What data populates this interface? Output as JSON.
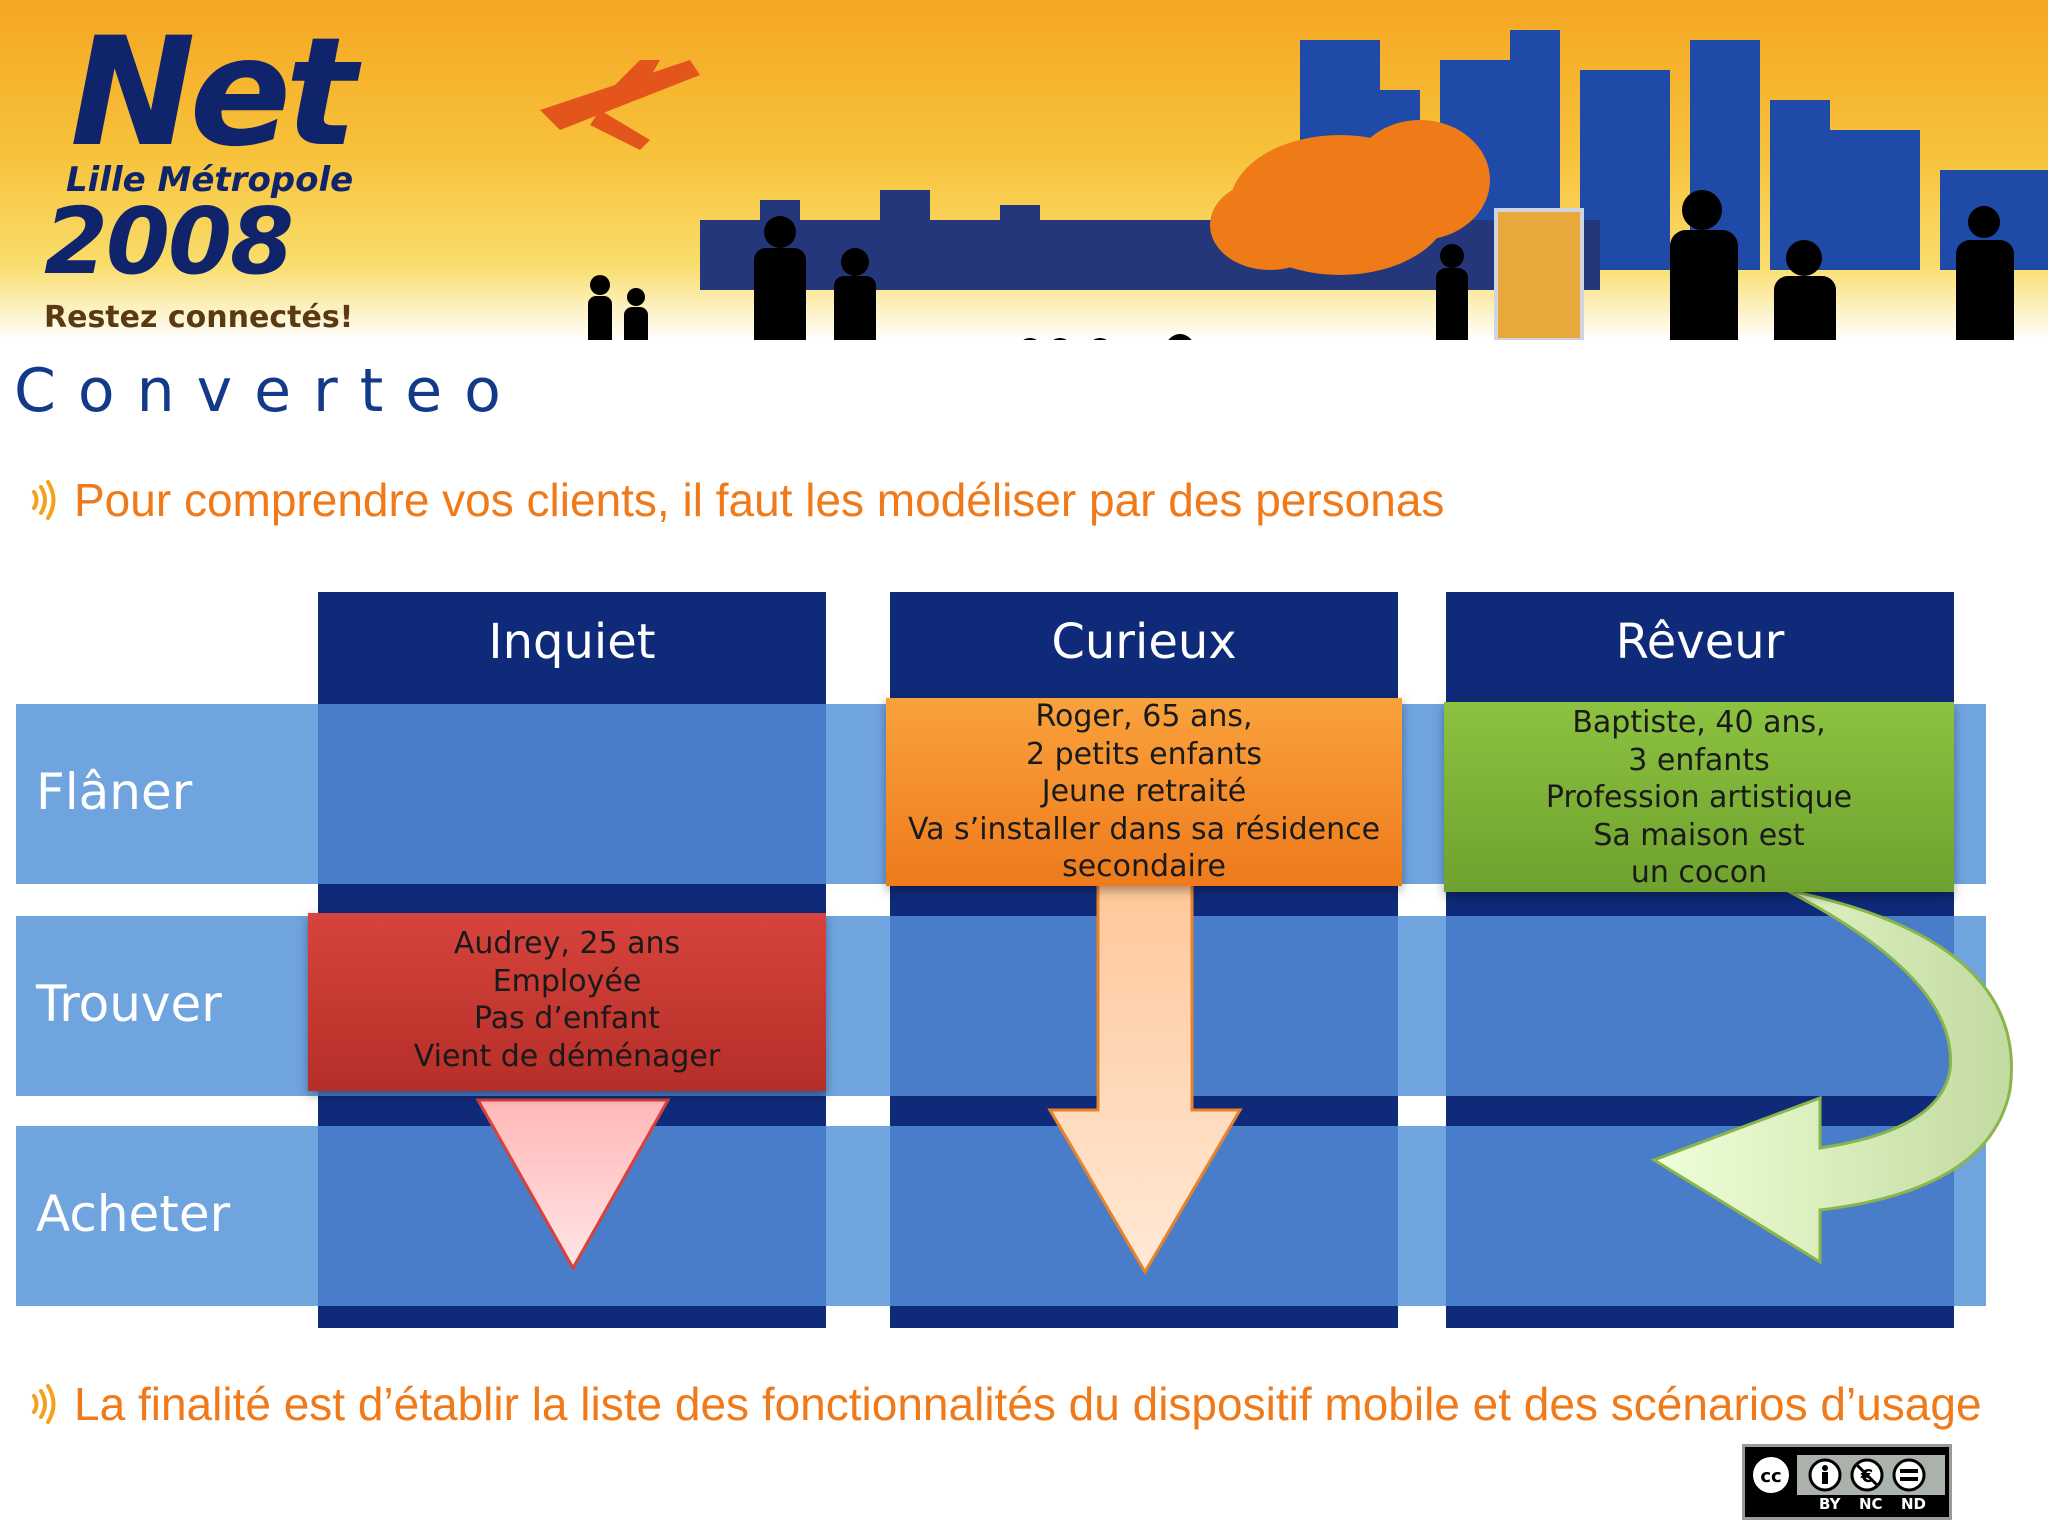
{
  "banner": {
    "event_title": "Net",
    "event_city": "Lille Métropole",
    "event_year": "2008",
    "tagline": "Restez connectés!",
    "agency": "Converteo"
  },
  "intro_bullet": "Pour comprendre vos clients, il faut les modéliser par des personas",
  "matrix": {
    "columns": [
      "Inquiet",
      "Curieux",
      "Rêveur"
    ],
    "rows": [
      "Flâner",
      "Trouver",
      "Acheter"
    ],
    "personas": [
      {
        "lines": [
          "Audrey, 25 ans",
          "Employée",
          "Pas d’enfant",
          "Vient de déménager"
        ],
        "color": "#c33a32"
      },
      {
        "lines": [
          "Roger, 65 ans,",
          "2 petits enfants",
          "Jeune retraité",
          "Va s’installer dans sa résidence",
          "secondaire"
        ],
        "color": "#f3902a"
      },
      {
        "lines": [
          "Baptiste, 40 ans,",
          "3 enfants",
          "Profession artistique",
          "Sa maison est",
          "un cocon"
        ],
        "color": "#7cb135"
      }
    ]
  },
  "conclusion_bullet": "La finalité est d’établir la liste des fonctionnalités du dispositif mobile et des scénarios d’usage",
  "license": {
    "icons": [
      "creative-commons-icon",
      "attribution-icon",
      "non-commercial-icon",
      "no-derivatives-icon"
    ],
    "labels": [
      "BY",
      "NC",
      "ND"
    ]
  },
  "colors": {
    "header_navy": "#0f2a78",
    "band_light_blue": "#6aa0de",
    "cell_blue": "#4a7dc9",
    "bullet_orange": "#f07a1a",
    "persona_red": "#c33a32",
    "persona_orange": "#f3902a",
    "persona_green": "#7cb135"
  }
}
